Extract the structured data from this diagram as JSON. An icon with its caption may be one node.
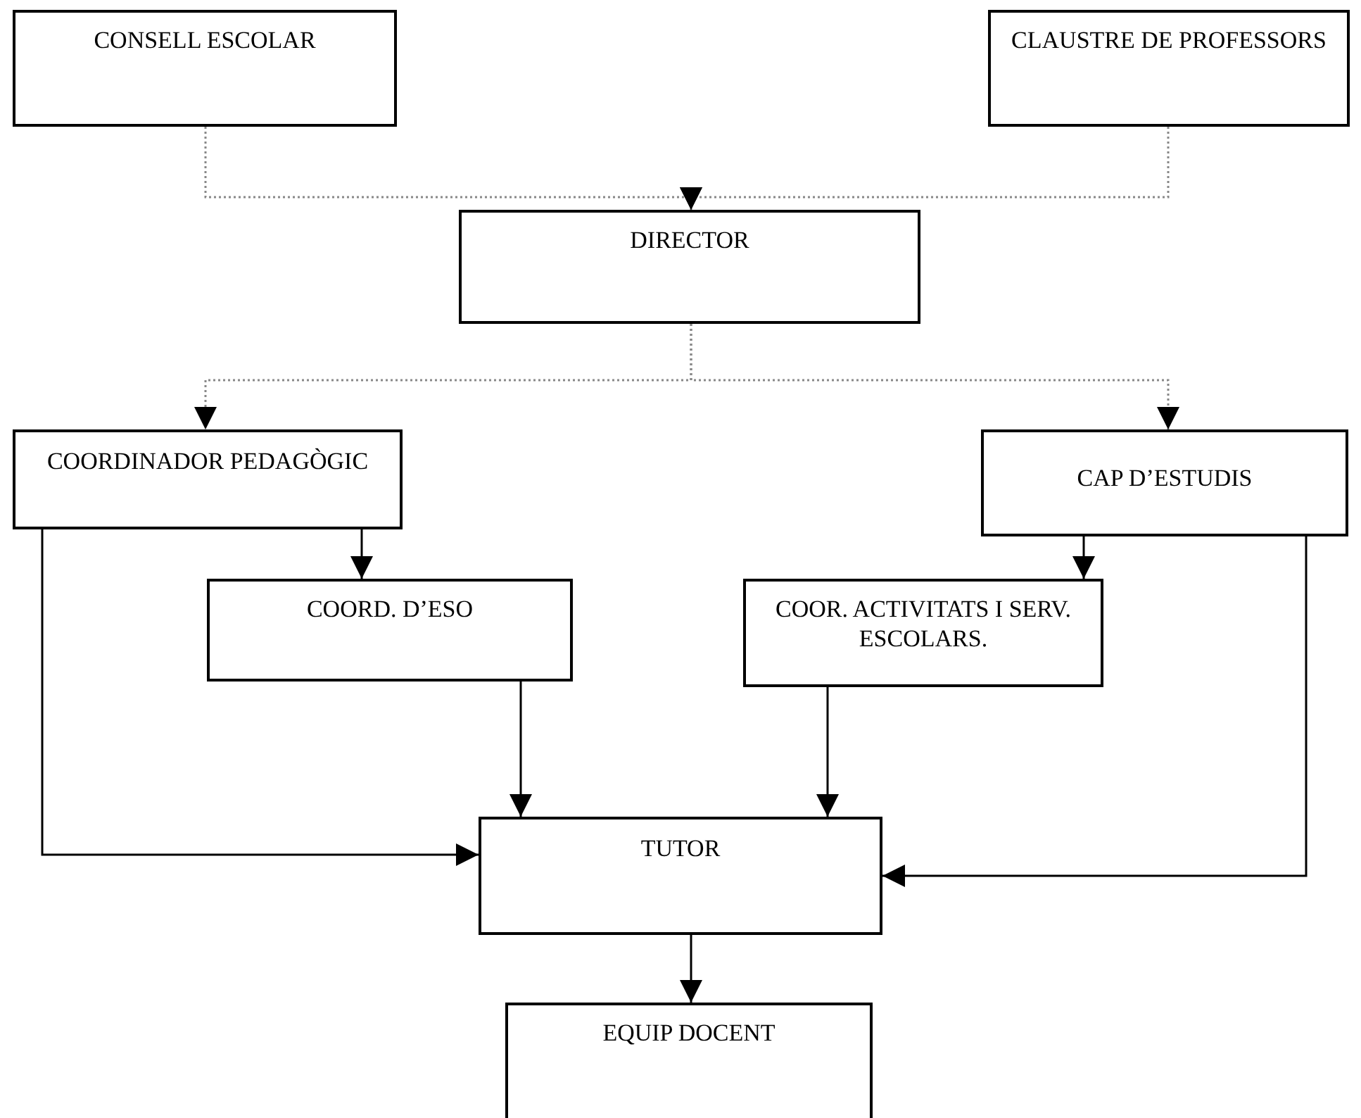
{
  "diagram": {
    "nodes": [
      {
        "text": [
          "CONSELL ESCOLAR"
        ]
      },
      {
        "text": [
          "CLAUSTRE DE PROFESSORS"
        ]
      },
      {
        "text": [
          "DIRECTOR"
        ]
      },
      {
        "text": [
          "COORDINADOR PEDAGÒGIC"
        ]
      },
      {
        "text": [
          "CAP D’ESTUDIS"
        ]
      },
      {
        "text": [
          "COORD. D’ESO"
        ]
      },
      {
        "text": [
          "COOR. ACTIVITATS I SERV. ESCOLARS."
        ]
      },
      {
        "text": [
          "TUTOR"
        ]
      },
      {
        "text": [
          "EQUIP DOCENT"
        ]
      }
    ],
    "edges": [
      {
        "from": 0,
        "to": 2,
        "arrow": "to",
        "style": "dashed",
        "color": "#888888"
      },
      {
        "from": 1,
        "to": 2,
        "arrow": "to",
        "style": "dashed",
        "color": "#888888"
      },
      {
        "from": 2,
        "to": 3,
        "arrow": "to",
        "style": "dashed",
        "color": "#888888"
      },
      {
        "from": 2,
        "to": 4,
        "arrow": "to",
        "style": "dashed",
        "color": "#888888"
      },
      {
        "from": 3,
        "to": 5,
        "arrow": "to"
      },
      {
        "from": 3,
        "to": 7,
        "arrow": "to"
      },
      {
        "from": 4,
        "to": 6,
        "arrow": "to"
      },
      {
        "from": 4,
        "to": 7,
        "arrow": "to"
      },
      {
        "from": 5,
        "to": 7,
        "arrow": "to"
      },
      {
        "from": 6,
        "to": 7,
        "arrow": "to"
      },
      {
        "from": 7,
        "to": 8,
        "arrow": "to"
      }
    ]
  }
}
